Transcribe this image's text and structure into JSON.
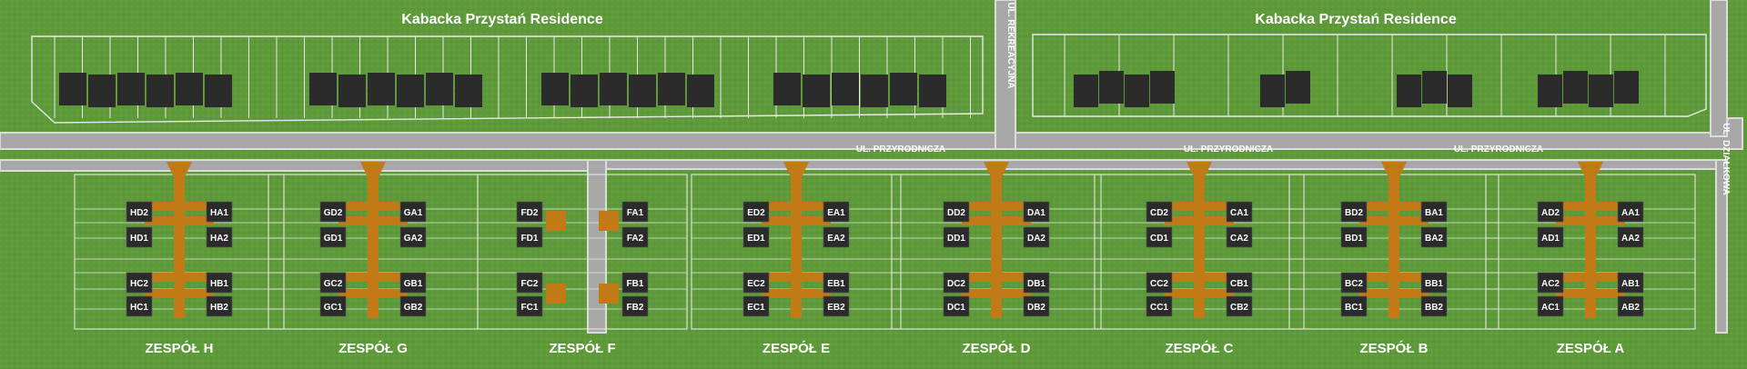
{
  "map": {
    "colors": {
      "grass": "#5e9a3a",
      "road": "#a8a8a8",
      "road_edge": "#d9d9d9",
      "building": "#2b2b2b",
      "path": "#c27a17",
      "text_dark": "#ffffff"
    },
    "top_residences": [
      {
        "label": "Kabacka Przystań Residence"
      },
      {
        "label": "Kabacka Przystań Residence"
      }
    ],
    "streets": [
      {
        "label": "UL. REKREACYJNA"
      },
      {
        "label": "UL. PRZYRODNICZA"
      },
      {
        "label": "UL. PRZYRODNICZA"
      },
      {
        "label": "UL. PRZYRODNICZA"
      },
      {
        "label": "UL. DZIAŁKOWA"
      }
    ],
    "zespoly": [
      {
        "name": "ZESPÓŁ H",
        "top": [
          "HD2",
          "HA1",
          "HD1",
          "HA2"
        ],
        "bottom": [
          "HC2",
          "HB1",
          "HC1",
          "HB2"
        ]
      },
      {
        "name": "ZESPÓŁ G",
        "top": [
          "GD2",
          "GA1",
          "GD1",
          "GA2"
        ],
        "bottom": [
          "GC2",
          "GB1",
          "GC1",
          "GB2"
        ]
      },
      {
        "name": "ZESPÓŁ F",
        "top": [
          "FD2",
          "FA1",
          "FD1",
          "FA2"
        ],
        "bottom": [
          "FC2",
          "FB1",
          "FC1",
          "FB2"
        ]
      },
      {
        "name": "ZESPÓŁ E",
        "top": [
          "ED2",
          "EA1",
          "ED1",
          "EA2"
        ],
        "bottom": [
          "EC2",
          "EB1",
          "EC1",
          "EB2"
        ]
      },
      {
        "name": "ZESPÓŁ D",
        "top": [
          "DD2",
          "DA1",
          "DD1",
          "DA2"
        ],
        "bottom": [
          "DC2",
          "DB1",
          "DC1",
          "DB2"
        ]
      },
      {
        "name": "ZESPÓŁ C",
        "top": [
          "CD2",
          "CA1",
          "CD1",
          "CA2"
        ],
        "bottom": [
          "CC2",
          "CB1",
          "CC1",
          "CB2"
        ]
      },
      {
        "name": "ZESPÓŁ B",
        "top": [
          "BD2",
          "BA1",
          "BD1",
          "BA2"
        ],
        "bottom": [
          "BC2",
          "BB1",
          "BC1",
          "BB2"
        ]
      },
      {
        "name": "ZESPÓŁ A",
        "top": [
          "AD2",
          "AA1",
          "AD1",
          "AA2"
        ],
        "bottom": [
          "AC2",
          "AB1",
          "AC1",
          "AB2"
        ]
      }
    ]
  }
}
